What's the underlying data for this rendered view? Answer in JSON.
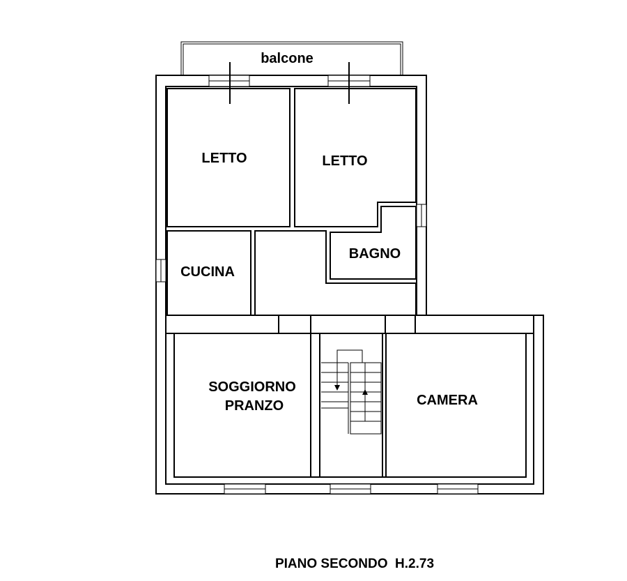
{
  "labels": {
    "balcony": "balcone",
    "bedroom_left": "LETTO",
    "bedroom_right": "LETTO",
    "kitchen": "CUCINA",
    "bathroom": "BAGNO",
    "living_line1": "SOGGIORNO",
    "living_line2": "PRANZO",
    "camera": "CAMERA"
  },
  "caption": "PIANO SECONDO  H.2.73"
}
